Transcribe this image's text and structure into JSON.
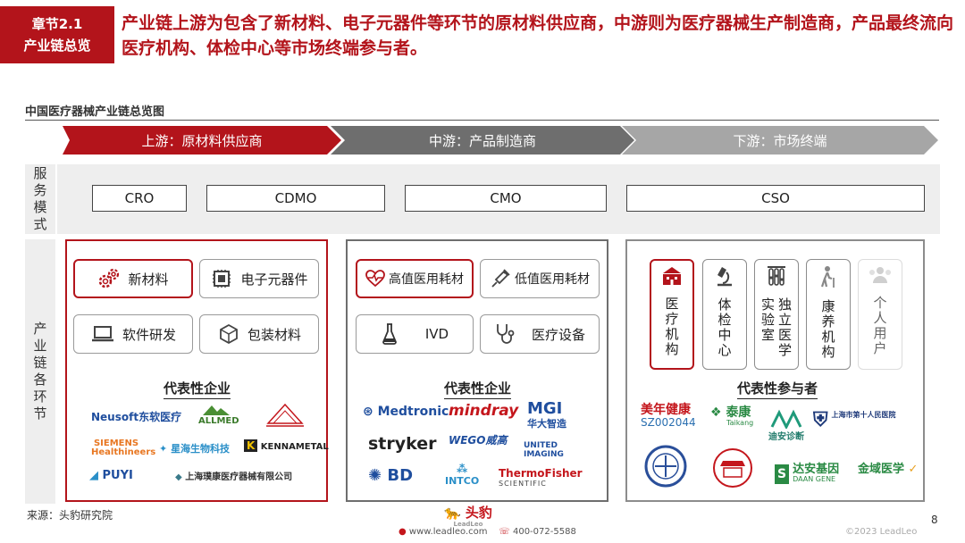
{
  "header": {
    "chapter": "章节2.1",
    "section": "产业链总览",
    "summary": "产业链上游为包含了新材料、电子元器件等环节的原材料供应商，中游则为医疗器械生产制造商，产品最终流向医疗机构、体检中心等市场终端参与者。"
  },
  "diagram": {
    "title": "中国医疗器械产业链总览图",
    "stages": [
      "上游：原材料供应商",
      "中游：产品制造商",
      "下游：市场终端"
    ],
    "row_labels": {
      "service": [
        "服",
        "务",
        "模",
        "式"
      ],
      "chain": [
        "产",
        "业",
        "链",
        "各",
        "环",
        "节"
      ]
    },
    "service_models": [
      "CRO",
      "CDMO",
      "CMO",
      "CSO"
    ],
    "upstream": {
      "items": [
        "新材料",
        "电子元器件",
        "软件研发",
        "包装材料"
      ],
      "rep_title": "代表性企业",
      "companies": [
        "Neusoft东软医疗",
        "ALLMED",
        "SIEMENS Healthineers",
        "星海生物科技",
        "KENNAMETAL",
        "PUYI",
        "上海璞康医疗器械有限公司"
      ]
    },
    "midstream": {
      "items": [
        "高值医用耗材",
        "低值医用耗材",
        "IVD",
        "医疗设备"
      ],
      "rep_title": "代表性企业",
      "companies": [
        "Medtronic",
        "mindray",
        "MGI",
        "华大智造",
        "stryker",
        "WEGO威高",
        "UNITED IMAGING",
        "BD",
        "INTCO",
        "ThermoFisher",
        "SCIENTIFIC"
      ]
    },
    "downstream": {
      "items": [
        [
          "医",
          "疗",
          "机",
          "构"
        ],
        [
          "体",
          "检",
          "中",
          "心"
        ],
        [
          "实",
          "验",
          "室"
        ],
        [
          "独",
          "立",
          "医",
          "学"
        ],
        [
          "康",
          "养",
          "机",
          "构"
        ],
        [
          "个",
          "人",
          "用",
          "户"
        ]
      ],
      "rep_title": "代表性参与者",
      "participants": [
        "美年健康",
        "SZ002044",
        "泰康",
        "Taikang",
        "迪安诊断",
        "上海市第十人民医院",
        "达安基因",
        "DAAN GENE",
        "金域医学"
      ]
    }
  },
  "footer": {
    "source": "来源：头豹研究院",
    "brand": "头豹",
    "brand_en": "LeadLeo",
    "website": "www.leadleo.com",
    "phone": "400-072-5588",
    "copyright": "©2023 LeadLeo",
    "page": "8"
  },
  "colors": {
    "accent": "#b3141b",
    "mid_gray": "#6e6e6e",
    "light_gray": "#a6a6a6"
  }
}
